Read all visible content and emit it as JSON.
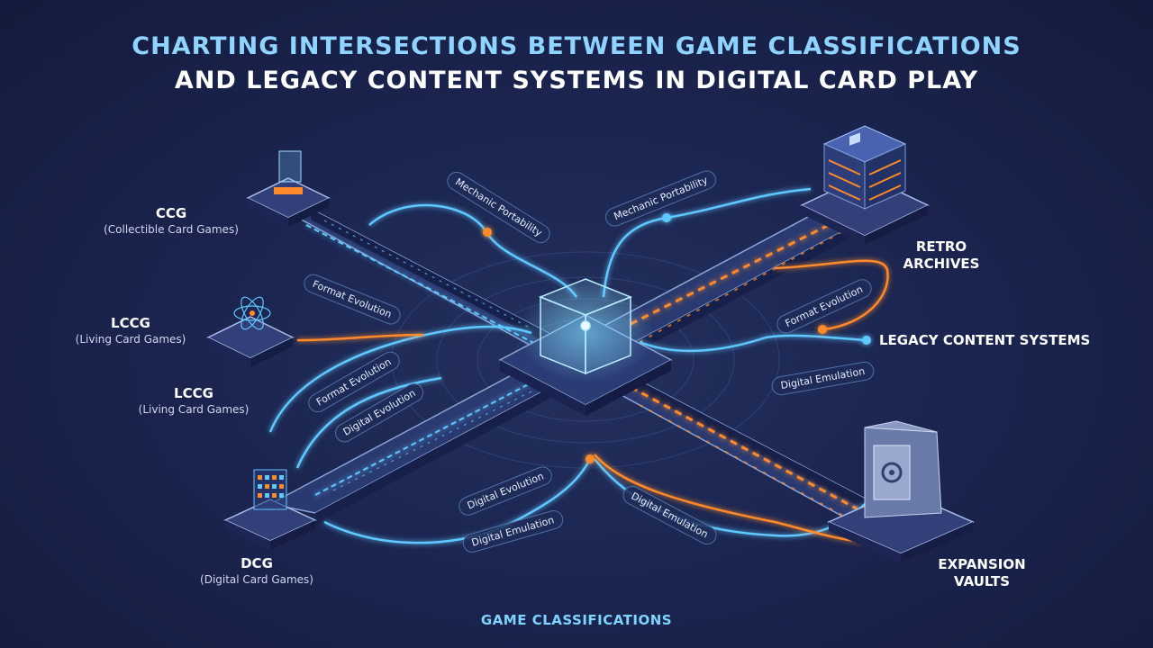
{
  "title": {
    "line1": "CHARTING INTERSECTIONS BETWEEN GAME CLASSIFICATIONS",
    "line2": "AND LEGACY CONTENT SYSTEMS IN DIGITAL CARD PLAY"
  },
  "classifications": [
    {
      "title": "CCG",
      "subtitle": "(Collectible Card Games)"
    },
    {
      "title": "LCCG",
      "subtitle": "(Living Card Games)"
    },
    {
      "title": "LCCG",
      "subtitle": "(Living Card Games)"
    },
    {
      "title": "DCG",
      "subtitle": "(Digital Card Games)"
    }
  ],
  "legacy": {
    "retro_archives": "RETRO\nARCHIVES",
    "legacy_content_systems": "LEGACY CONTENT SYSTEMS",
    "expansion_vaults": "EXPANSION\nVAULTS"
  },
  "pathway_labels": [
    "Mechanic Portability",
    "Mechanic Portability",
    "Format Evolution",
    "Format Evolution",
    "Format Evolution",
    "Digital Evolution",
    "Digital Emulation",
    "Digital Evolution",
    "Digital Emulation",
    "Digital Emulation"
  ],
  "footer": "GAME CLASSIFICATIONS",
  "colors": {
    "background": "#1a2246",
    "title_line1": "#8fd3ff",
    "title_line2": "#ffffff",
    "cyan_glow": "#5ec8ff",
    "orange_accent": "#ff8a2a",
    "footer": "#7fd4ff"
  },
  "icons": [
    "server-icon",
    "atom-icon",
    "pixel-grid-icon",
    "rack-server-icon",
    "vault-icon",
    "hologram-cube-icon"
  ]
}
